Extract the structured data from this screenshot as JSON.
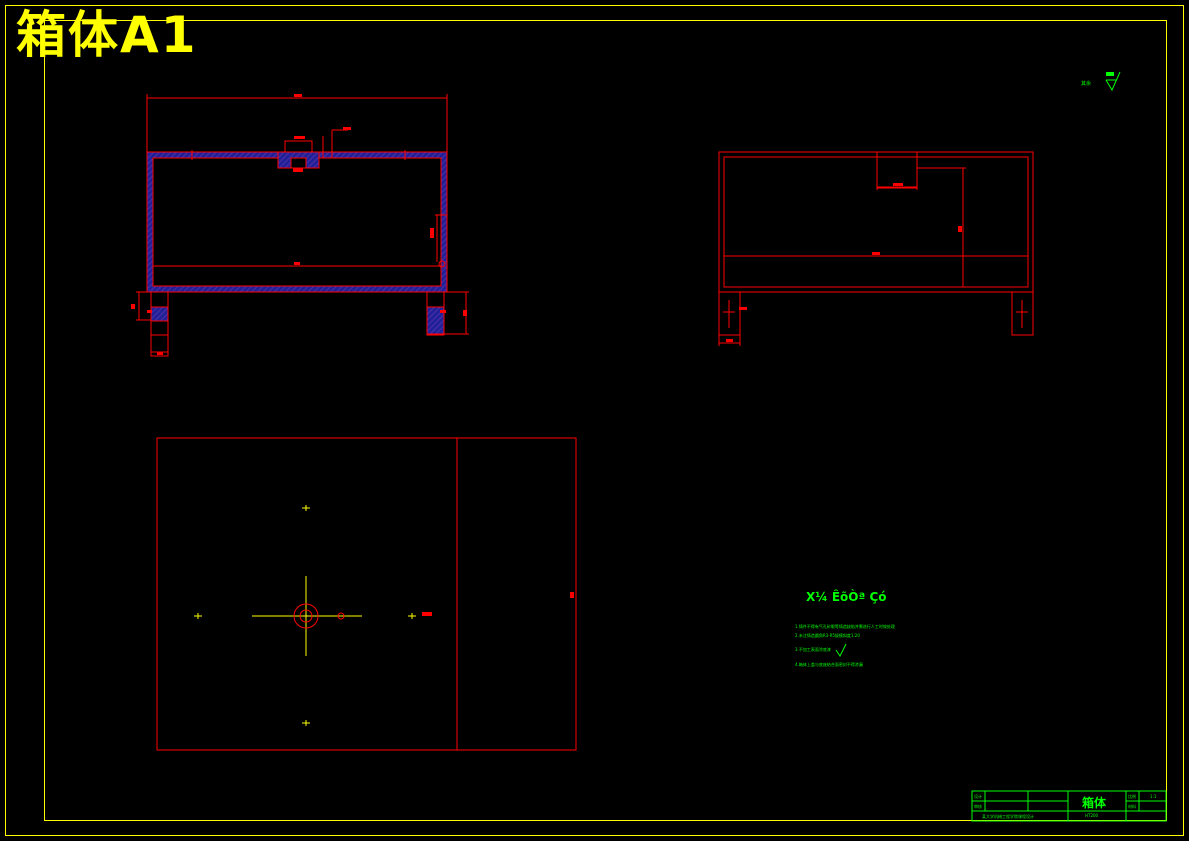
{
  "drawing": {
    "title": "箱体A1",
    "colors": {
      "background": "#000000",
      "border": "#ffff00",
      "outline": "#ff0000",
      "section_hatch": "#3030c0",
      "centerline": "#ffff00",
      "annotation": "#00ff00"
    }
  },
  "tech_notes": {
    "title": "X¼ ÊõÒª Çó",
    "lines": [
      "1.铸件不得有气孔砂眼等铸造缺陷并需进行人工时效处理",
      "2.未注铸造圆角R3-R5拔模斜度1:20",
      "3.不加工表面涂底漆",
      "4.箱体上盖与底座结合面密封不得渗漏"
    ]
  },
  "roughness_note": "其余",
  "title_block": {
    "part_name": "箱体",
    "label_designer": "设计",
    "label_check": "审核",
    "label_scale": "比例",
    "scale_value": "1:1",
    "label_material": "材料",
    "material_value": "HT200",
    "school": "某大学机械工程学院课程设计"
  }
}
